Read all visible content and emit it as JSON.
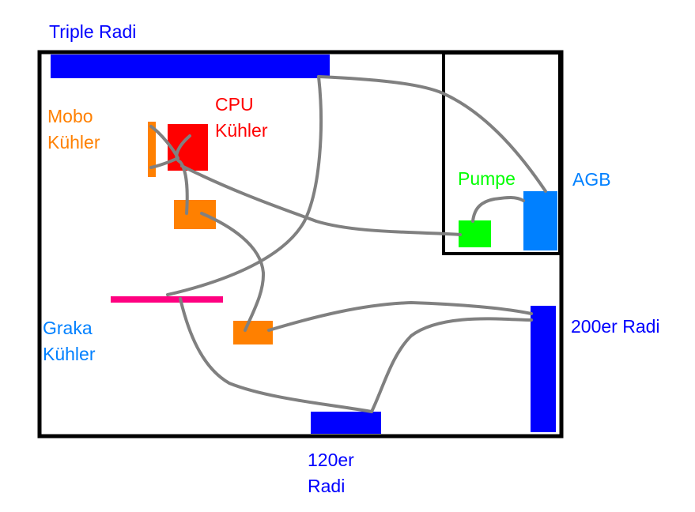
{
  "labels": {
    "triple_radi": "Triple Radi",
    "mobo_line1": "Mobo",
    "mobo_line2": "Kühler",
    "cpu_line1": "CPU",
    "cpu_line2": "Kühler",
    "pumpe": "Pumpe",
    "agb": "AGB",
    "graka_line1": "Graka",
    "graka_line2": "Kühler",
    "radi200": "200er Radi",
    "radi120_line1": "120er",
    "radi120_line2": "Radi"
  },
  "colors": {
    "background": "#ffffff",
    "case_outline": "#000000",
    "radiator": "#0000ff",
    "mobo_cooler": "#ff8000",
    "cpu_cooler": "#ff0000",
    "pump": "#00ff00",
    "reservoir": "#0080ff",
    "gpu_cooler": "#ff0080",
    "tube": "#808080",
    "label_radiator": "#0000ff",
    "label_mobo": "#ff8000",
    "label_cpu": "#ff0000",
    "label_pump": "#00ff00",
    "label_agb": "#0080ff",
    "label_graka": "#0080ff"
  }
}
